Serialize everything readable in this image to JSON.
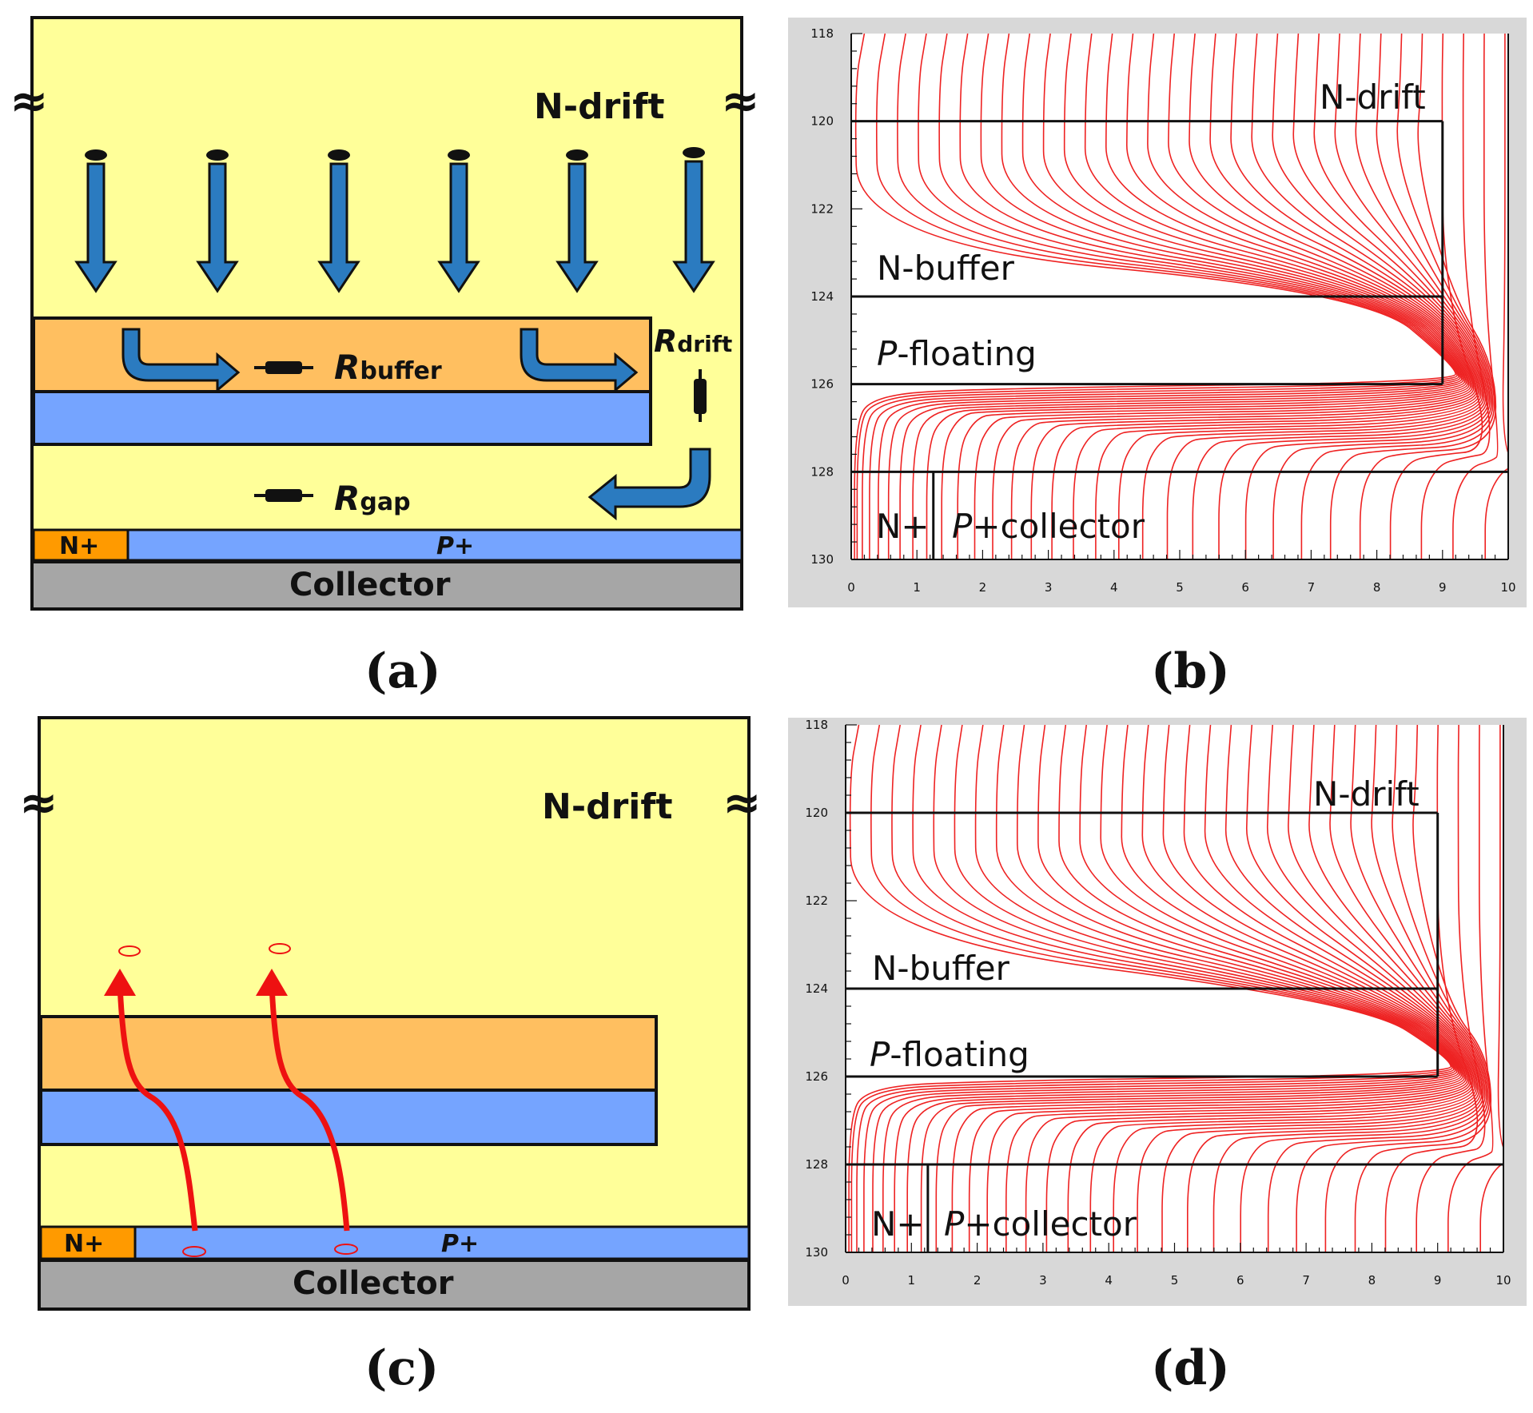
{
  "colors": {
    "drift": "#ffff99",
    "buffer": "#ffbf60",
    "pfloat": "#75a4ff",
    "nplus": "#ff9a00",
    "pplus": "#75a4ff",
    "collector": "#a6a6a6",
    "arrow_blue": "#2b7bc0",
    "arrow_red": "#ee1111",
    "field_line": "#ee2222",
    "plot_frame": "#d8d8d8"
  },
  "panel_a": {
    "caption": "(a)",
    "n_drift": "N-drift",
    "r_buffer_main": "R",
    "r_buffer_sub": "buffer",
    "r_drift_main": "R",
    "r_drift_sub": "drift",
    "r_gap_main": "R",
    "r_gap_sub": "gap",
    "n_plus": "N+",
    "p_plus": "P+",
    "collector": "Collector",
    "break_symbol": "≈",
    "icons": [
      "down-arrow-icon",
      "bend-arrow-icon",
      "resistor-icon",
      "break-symbol-icon"
    ]
  },
  "panel_b": {
    "caption": "(b)",
    "n_drift": "N-drift",
    "n_buffer": "N-buffer",
    "p_floating_italic": "P",
    "p_floating_rest": "-floating",
    "n_plus": "N+",
    "p_collector_italic": "P",
    "p_collector_rest": "+collector"
  },
  "panel_c": {
    "caption": "(c)",
    "n_drift": "N-drift",
    "n_plus": "N+",
    "p_plus": "P+",
    "collector": "Collector",
    "break_symbol": "≈",
    "icons": [
      "red-hole-path-icon",
      "carrier-ellipse-icon",
      "break-symbol-icon"
    ]
  },
  "panel_d": {
    "caption": "(d)",
    "n_drift": "N-drift",
    "n_buffer": "N-buffer",
    "p_floating_italic": "P",
    "p_floating_rest": "-floating",
    "n_plus": "N+",
    "p_collector_italic": "P",
    "p_collector_rest": "+collector"
  },
  "chart_data": [
    {
      "type": "contour",
      "panel": "b",
      "x_ticks": [
        "0",
        "1",
        "2",
        "3",
        "4",
        "5",
        "6",
        "7",
        "8",
        "9",
        "10"
      ],
      "y_ticks": [
        "118",
        "120",
        "122",
        "124",
        "126",
        "128",
        "130"
      ],
      "xlim": [
        0,
        10
      ],
      "ylim": [
        118,
        130
      ],
      "y_inverted": true,
      "region_boundaries": {
        "n_drift_bottom": 120,
        "n_buffer_bottom": 124,
        "p_floating_bottom": 126,
        "collector_top": 128,
        "structure_right_x": 9,
        "n_plus_right_x": 1.25
      },
      "field_lines": 32,
      "line_color": "#ee2222"
    },
    {
      "type": "contour",
      "panel": "d",
      "x_ticks": [
        "0",
        "1",
        "2",
        "3",
        "4",
        "5",
        "6",
        "7",
        "8",
        "9",
        "10"
      ],
      "y_ticks": [
        "118",
        "120",
        "122",
        "124",
        "126",
        "128",
        "130"
      ],
      "xlim": [
        0,
        10
      ],
      "ylim": [
        118,
        130
      ],
      "y_inverted": true,
      "region_boundaries": {
        "n_drift_bottom": 120,
        "n_buffer_bottom": 124,
        "p_floating_bottom": 126,
        "collector_top": 128,
        "structure_right_x": 9,
        "n_plus_right_x": 1.25
      },
      "field_lines": 32,
      "line_color": "#ee2222"
    }
  ]
}
